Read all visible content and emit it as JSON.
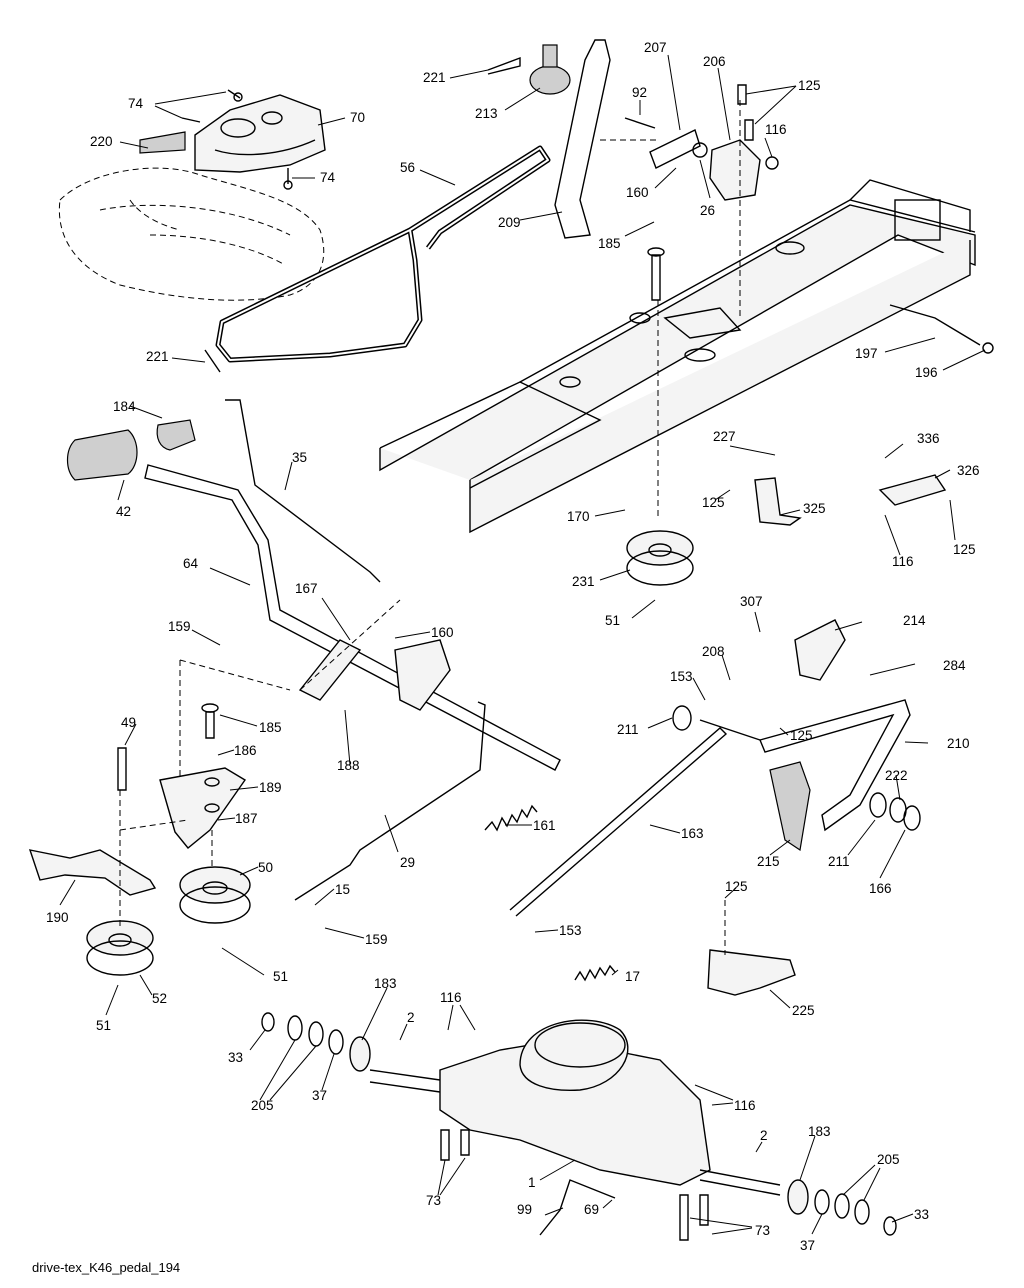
{
  "diagram": {
    "caption": "drive-tex_K46_pedal_194",
    "labels": [
      {
        "id": "l74a",
        "text": "74"
      },
      {
        "id": "l70",
        "text": "70"
      },
      {
        "id": "l220",
        "text": "220"
      },
      {
        "id": "l74b",
        "text": "74"
      },
      {
        "id": "l56",
        "text": "56"
      },
      {
        "id": "l221a",
        "text": "221"
      },
      {
        "id": "l213",
        "text": "213"
      },
      {
        "id": "l207",
        "text": "207"
      },
      {
        "id": "l206",
        "text": "206"
      },
      {
        "id": "l125a",
        "text": "125"
      },
      {
        "id": "l92",
        "text": "92"
      },
      {
        "id": "l116a",
        "text": "116"
      },
      {
        "id": "l160a",
        "text": "160"
      },
      {
        "id": "l26",
        "text": "26"
      },
      {
        "id": "l209",
        "text": "209"
      },
      {
        "id": "l185a",
        "text": "185"
      },
      {
        "id": "l197",
        "text": "197"
      },
      {
        "id": "l196",
        "text": "196"
      },
      {
        "id": "l221b",
        "text": "221"
      },
      {
        "id": "l184",
        "text": "184"
      },
      {
        "id": "l42",
        "text": "42"
      },
      {
        "id": "l35",
        "text": "35"
      },
      {
        "id": "l227",
        "text": "227"
      },
      {
        "id": "l336",
        "text": "336"
      },
      {
        "id": "l326",
        "text": "326"
      },
      {
        "id": "l125b",
        "text": "125"
      },
      {
        "id": "l325",
        "text": "325"
      },
      {
        "id": "l125c",
        "text": "125"
      },
      {
        "id": "l116b",
        "text": "116"
      },
      {
        "id": "l170",
        "text": "170"
      },
      {
        "id": "l64",
        "text": "64"
      },
      {
        "id": "l167",
        "text": "167"
      },
      {
        "id": "l231",
        "text": "231"
      },
      {
        "id": "l51a",
        "text": "51"
      },
      {
        "id": "l307",
        "text": "307"
      },
      {
        "id": "l214",
        "text": "214"
      },
      {
        "id": "l159a",
        "text": "159"
      },
      {
        "id": "l160b",
        "text": "160"
      },
      {
        "id": "l284",
        "text": "284"
      },
      {
        "id": "l153a",
        "text": "153"
      },
      {
        "id": "l208",
        "text": "208"
      },
      {
        "id": "l49",
        "text": "49"
      },
      {
        "id": "l185b",
        "text": "185"
      },
      {
        "id": "l211a",
        "text": "211"
      },
      {
        "id": "l125d",
        "text": "125"
      },
      {
        "id": "l210",
        "text": "210"
      },
      {
        "id": "l186",
        "text": "186"
      },
      {
        "id": "l188",
        "text": "188"
      },
      {
        "id": "l189",
        "text": "189"
      },
      {
        "id": "l222",
        "text": "222"
      },
      {
        "id": "l187",
        "text": "187"
      },
      {
        "id": "l161",
        "text": "161"
      },
      {
        "id": "l163",
        "text": "163"
      },
      {
        "id": "l29",
        "text": "29"
      },
      {
        "id": "l215",
        "text": "215"
      },
      {
        "id": "l211b",
        "text": "211"
      },
      {
        "id": "l50",
        "text": "50"
      },
      {
        "id": "l166",
        "text": "166"
      },
      {
        "id": "l190",
        "text": "190"
      },
      {
        "id": "l15",
        "text": "15"
      },
      {
        "id": "l125e",
        "text": "125"
      },
      {
        "id": "l159b",
        "text": "159"
      },
      {
        "id": "l153b",
        "text": "153"
      },
      {
        "id": "l51b",
        "text": "51"
      },
      {
        "id": "l52",
        "text": "52"
      },
      {
        "id": "l17",
        "text": "17"
      },
      {
        "id": "l225",
        "text": "225"
      },
      {
        "id": "l51c",
        "text": "51"
      },
      {
        "id": "l183a",
        "text": "183"
      },
      {
        "id": "l116c",
        "text": "116"
      },
      {
        "id": "l2a",
        "text": "2"
      },
      {
        "id": "l33a",
        "text": "33"
      },
      {
        "id": "l205a",
        "text": "205"
      },
      {
        "id": "l37a",
        "text": "37"
      },
      {
        "id": "l116d",
        "text": "116"
      },
      {
        "id": "l2b",
        "text": "2"
      },
      {
        "id": "l183b",
        "text": "183"
      },
      {
        "id": "l1",
        "text": "1"
      },
      {
        "id": "l73a",
        "text": "73"
      },
      {
        "id": "l205b",
        "text": "205"
      },
      {
        "id": "l99",
        "text": "99"
      },
      {
        "id": "l69",
        "text": "69"
      },
      {
        "id": "l33b",
        "text": "33"
      },
      {
        "id": "l73b",
        "text": "73"
      },
      {
        "id": "l37b",
        "text": "37"
      }
    ]
  }
}
